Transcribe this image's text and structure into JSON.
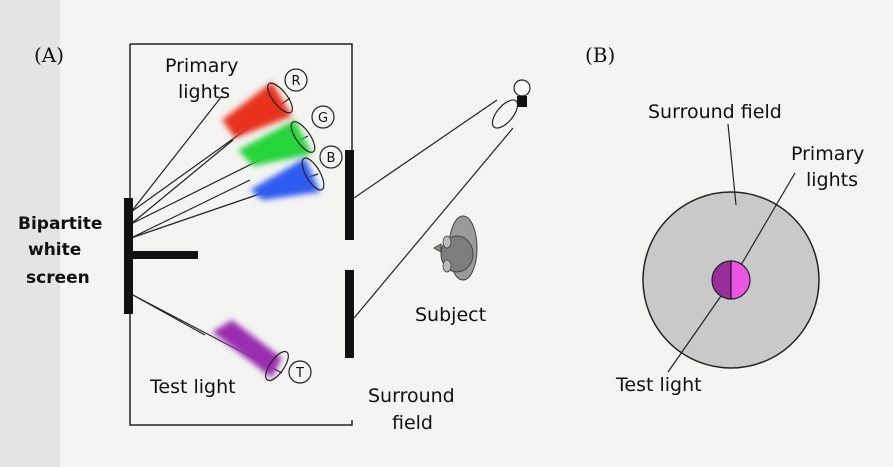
{
  "panels": {
    "a": "(A)",
    "b": "(B)"
  },
  "labels": {
    "primary_lights_l1": "Primary",
    "primary_lights_l2": "lights",
    "r": "R",
    "g": "G",
    "b": "B",
    "t": "T",
    "screen_l1": "Bipartite",
    "screen_l2": "white",
    "screen_l3": "screen",
    "subject": "Subject",
    "test_light": "Test light",
    "surround_l1": "Surround",
    "surround_l2": "field"
  },
  "panel_b": {
    "surround_field": "Surround field",
    "primary_l1": "Primary",
    "primary_l2": "lights",
    "test_light": "Test light"
  },
  "colors": {
    "red": "#e8311f",
    "green": "#27d43a",
    "blue": "#2f5cf0",
    "test_purple": "#9a2fb0",
    "surround_gray": "#c9c9c9",
    "test_half": "#9b2c9e",
    "primary_half": "#ee55e6"
  },
  "icons": [
    "bulb-icon",
    "subject-head-icon"
  ]
}
